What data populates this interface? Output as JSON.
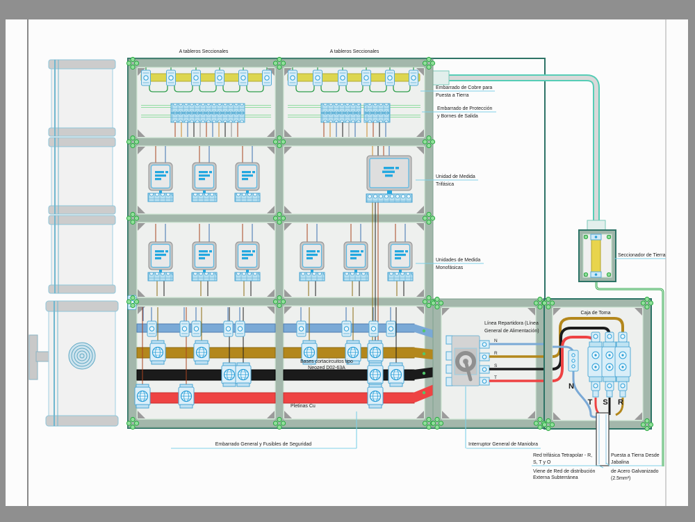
{
  "drawing": {
    "type": "electrical-panel-assembly-diagram",
    "labels": {
      "tableros_left": "A tableros Seccionales",
      "tableros_right": "A tableros Seccionales",
      "embarrado_cobre_1": "Embarrado de Cobre para",
      "embarrado_cobre_2": "Puesta a Tierra",
      "embarrado_prot_1": "Embarrado de Protección",
      "embarrado_prot_2": "y Bornes de Salida",
      "unidad_medida_1": "Unidad de Medida",
      "unidad_medida_2": "Trifásica",
      "unidades_medida_1": "Unidades de Medida",
      "unidades_medida_2": "Monofásicas",
      "seccionador_tierra": "Seccionador de Tierra",
      "caja_de_toma": "Caja de Toma",
      "linea_repartidora_1": "Línea Repartidora (Línea",
      "linea_repartidora_2": "General de Alimentación)",
      "bases_cortacircuitos_1": "Bases cortacircuitos tipo",
      "bases_cortacircuitos_2": "Neozed D02-63A",
      "pletinas_cu": "Pletinas Cu",
      "embarrado_general": "Embarrado General y Fusibles de Seguridad",
      "interruptor_general": "Interruptor General de Maniobra",
      "red_trifasica_1": "Red trifásica Tetrapolar - R,",
      "red_trifasica_2": "S, T y O",
      "viene_red_1": "Viene de Red de distribución",
      "viene_red_2": "Externa Subterránea",
      "puesta_tierra_1": "Puesta a Tierra Desde",
      "puesta_tierra_2": "Jabalina",
      "puesta_tierra_3": "de Acero Galvanizado",
      "puesta_tierra_4": "(2.5mm²)",
      "phase_n": "N",
      "phase_r": "R",
      "phase_s": "S",
      "phase_t": "T",
      "caja_n": "N",
      "caja_t": "T",
      "caja_s": "S",
      "caja_r": "R"
    },
    "colors": {
      "background_gray": "#8f8f8f",
      "sheet_white": "#fcfcfc",
      "frame_sage": "#a3b7ab",
      "enclosure_green": "#2d7366",
      "busbar_yellow": "#ddd64f",
      "bus_blue": "#7aa9d6",
      "bus_gold": "#b3871c",
      "bus_black": "#1b1b1b",
      "bus_red": "#ee4343",
      "wire_green": "#3fae57",
      "conduit_teal": "#56cdb6",
      "device_blue": "#54abd6",
      "leader_cyan": "#7fd0e8",
      "cabinet_blue": "#8ec6da",
      "meter_screen_blue": "#23a8e0",
      "screw_green": "#2aa845"
    }
  }
}
